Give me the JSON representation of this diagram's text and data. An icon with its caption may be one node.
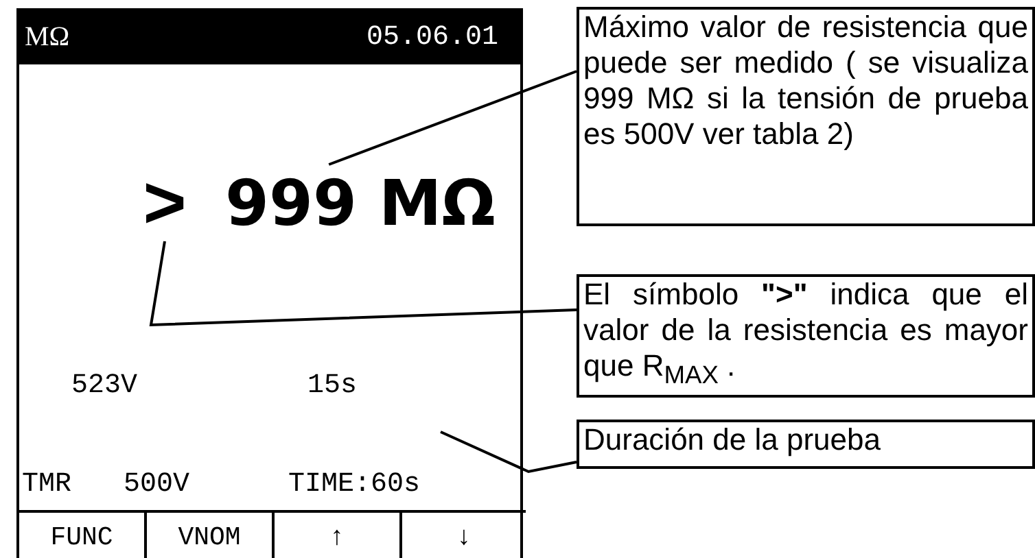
{
  "diagram": {
    "nodes": [
      {
        "text": [],
        "shape": "box"
      },
      {
        "text": [
          "MΩ",
          "05.06.01"
        ],
        "in": 0
      },
      {
        "text": [
          ">"
        ],
        "in": 0
      },
      {
        "text": [
          "999 MΩ"
        ],
        "in": 0
      },
      {
        "text": [
          "FUNC"
        ],
        "in": 0
      },
      {
        "text": [
          "VNOM"
        ],
        "in": 0
      },
      {
        "text": [
          "↑"
        ],
        "in": 0
      },
      {
        "text": [
          "↓"
        ],
        "in": 0
      },
      {
        "text": [
          "Máximo valor de resistencia que puede ser medido ( se visualiza 999 MΩ si la tensión de prueba es 500V ver tabla 2)"
        ]
      },
      {
        "text": [
          "El símbolo **\">\"** indica que el valor de la resistencia es mayor que R$_{MAX}$ ."
        ]
      },
      {
        "text": [
          "Duración de la prueba"
        ]
      }
    ],
    "edges": [
      {
        "from": 8,
        "to": 3,
        "arrow": "none"
      },
      {
        "from": 9,
        "to": 2,
        "arrow": "none"
      },
      {
        "from": 10,
        "to": null,
        "arrow": "none"
      }
    ],
    "labels": [
      "523V",
      "15s",
      "TMR",
      "500V",
      "TIME:60s"
    ]
  }
}
